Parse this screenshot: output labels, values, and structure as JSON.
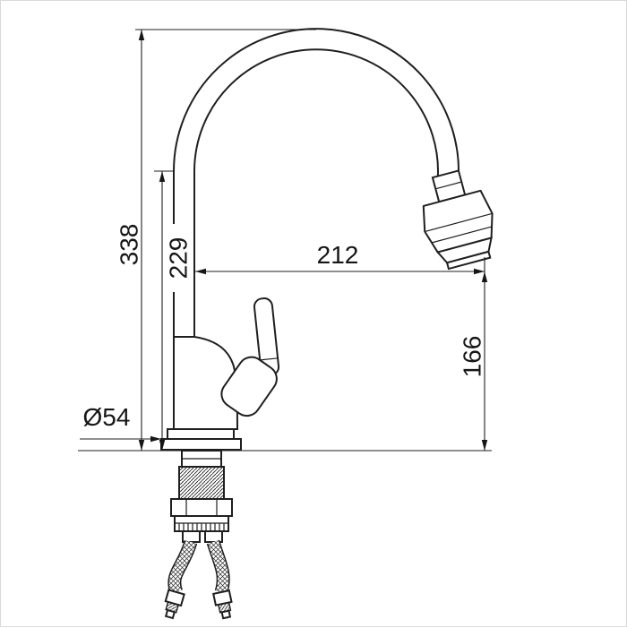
{
  "dims": {
    "total_height": "338",
    "column_height": "229",
    "spout_reach": "212",
    "outlet_height": "166",
    "base_diameter": "Ø54"
  }
}
